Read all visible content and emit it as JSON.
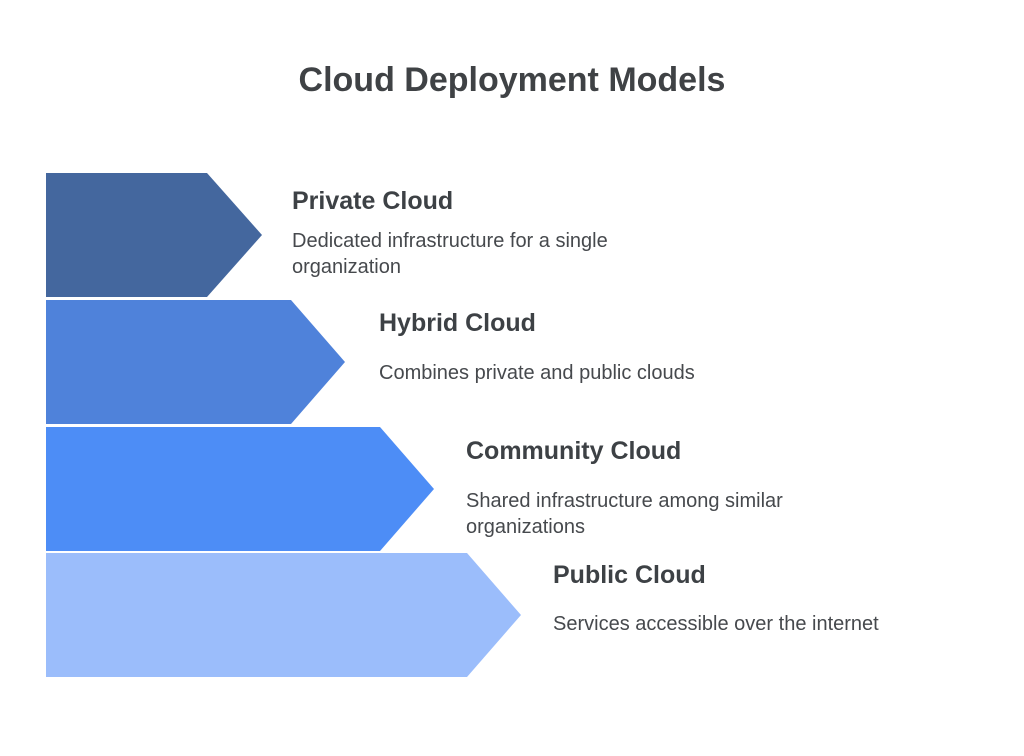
{
  "title": "Cloud Deployment Models",
  "items": [
    {
      "label": "Private Cloud",
      "description": "Dedicated infrastructure for a single organization",
      "color": "#44679E"
    },
    {
      "label": "Hybrid Cloud",
      "description": "Combines private and public clouds",
      "color": "#4F82DA"
    },
    {
      "label": "Community Cloud",
      "description": "Shared infrastructure among similar organizations",
      "color": "#4D8DF6"
    },
    {
      "label": "Public Cloud",
      "description": "Services accessible over the internet",
      "color": "#9BBDFB"
    }
  ],
  "colors": {
    "background": "#FFFFFF",
    "title_text": "#3F4245",
    "heading_text": "#3D4145",
    "description_text": "#46494D"
  }
}
